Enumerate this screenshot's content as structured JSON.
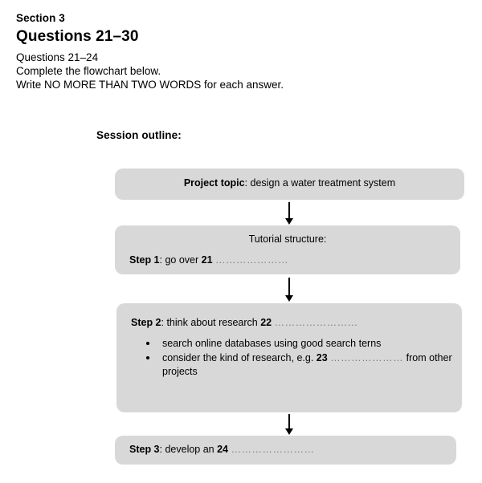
{
  "header": {
    "section_label": "Section 3",
    "questions_title": "Questions 21–30",
    "instruction_lines": [
      "Questions 21–24",
      "Complete the flowchart below.",
      "Write NO MORE THAN TWO WORDS for each answer."
    ]
  },
  "session_outline_heading": "Session outline:",
  "flowchart": {
    "box1": {
      "label_bold": "Project topic",
      "label_rest": ": design a water treatment system"
    },
    "box2": {
      "heading": "Tutorial structure:",
      "step_bold": "Step 1",
      "step_text": ": go over ",
      "question_number": "21",
      "dots": "…………………"
    },
    "box3": {
      "step_bold": "Step 2",
      "step_text": ": think about research ",
      "question_number": "22",
      "dots": "……………………",
      "bullets": [
        {
          "text_before": "search online databases using good search terns",
          "question_number": "",
          "dots": "",
          "text_after": ""
        },
        {
          "text_before": "consider the kind of research, e.g. ",
          "question_number": "23",
          "dots": "…………………",
          "text_after": " from other projects"
        }
      ]
    },
    "box4": {
      "step_bold": "Step 3",
      "step_text": ": develop an ",
      "question_number": "24",
      "dots": "……………………"
    }
  },
  "colors": {
    "box_fill": "#d8d8d8",
    "text": "#000000",
    "dots": "#7a7a7a",
    "page_background": "#ffffff"
  }
}
